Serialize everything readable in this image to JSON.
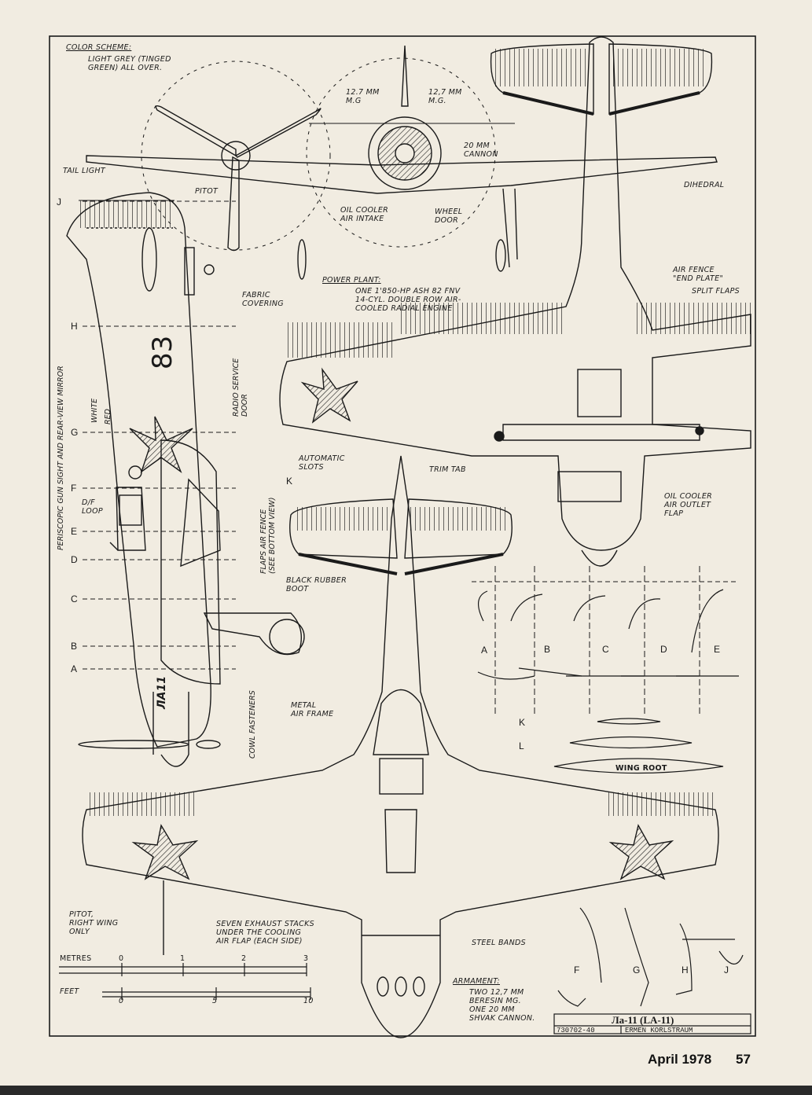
{
  "colors": {
    "paper": "#f1ece1",
    "ink": "#1a1a1a",
    "bottom_band": "#2a2a2a"
  },
  "labels": {
    "color_scheme_title": "COLOR SCHEME:",
    "color_scheme_text": "LIGHT GREY (TINGED\nGREEN) ALL OVER.",
    "mg_left": "12.7 MM\nM.G",
    "mg_right": "12,7 MM\nM.G.",
    "cannon": "20 MM\nCANNON",
    "tail_light": "TAIL LIGHT",
    "pitot": "PITOT",
    "dihedral": "DIHEDRAL",
    "oil_cooler_intake": "OIL COOLER\nAIR INTAKE",
    "wheel_door": "WHEEL\nDOOR",
    "air_fence": "AIR FENCE\n\"END PLATE\"",
    "split_flaps": "SPLIT FLAPS",
    "power_plant_title": "POWER PLANT:",
    "power_plant_text": "ONE 1'850-HP ASH 82 FNV\n14-CYL. DOUBLE ROW AIR-\nCOOLED RADIAL ENGINE",
    "fabric_covering": "FABRIC\nCOVERING",
    "radio_service_door": "RADIO SERVICE\nDOOR",
    "white": "WHITE",
    "red": "RED",
    "df_loop": "D/F\nLOOP",
    "periscopic": "PERISCOPIC GUN SIGHT AND REAR-VIEW MIRROR",
    "flaps_air_fence": "FLAPS AIR FENCE\n(SEE BOTTOM VIEW)",
    "automatic_slots": "AUTOMATIC\nSLOTS",
    "trim_tab": "TRIM TAB",
    "oil_cooler_outlet": "OIL COOLER\nAIR OUTLET\nFLAP",
    "black_rubber_boot": "BLACK RUBBER\nBOOT",
    "cowl_fasteners": "COWL FASTENERS",
    "metal_air_frame": "METAL\nAIR FRAME",
    "wing_root": "WING ROOT",
    "pitot_right_wing": "PITOT,\nRIGHT WING\nONLY",
    "exhaust_stacks": "SEVEN EXHAUST STACKS\nUNDER THE COOLING\nAIR FLAP (EACH SIDE)",
    "steel_bands": "STEEL BANDS",
    "armament_title": "ARMAMENT:",
    "armament_text": "TWO 12,7 MM\nBERESIN MG.\nONE 20 MM\nShVAK CANNON.",
    "fuselage_code": "83",
    "fuselage_type": "Ла11"
  },
  "station_letters": [
    "J",
    "H",
    "G",
    "F",
    "E",
    "D",
    "C",
    "B",
    "A",
    "K"
  ],
  "sections": [
    "A",
    "B",
    "C",
    "D",
    "E",
    "K",
    "L",
    "F",
    "G",
    "H",
    "J"
  ],
  "scale": {
    "metres_label": "METRES",
    "metres_ticks": [
      "0",
      "1",
      "2",
      "3"
    ],
    "feet_label": "FEET",
    "feet_ticks": [
      "0",
      "5",
      "10"
    ]
  },
  "title_block": {
    "name": "Ла-11 (LA-11)",
    "number": "730702-40",
    "author": "ERMEN KORLSTRAUM"
  },
  "footer": {
    "date": "April 1978",
    "page": "57"
  }
}
